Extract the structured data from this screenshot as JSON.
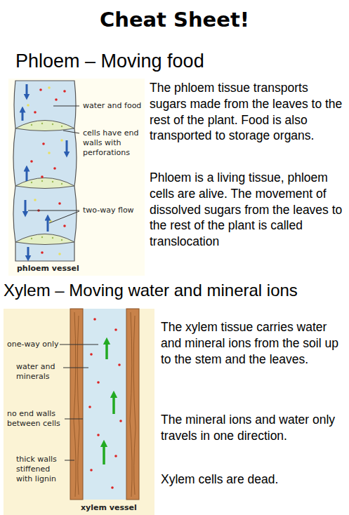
{
  "diagram": {
    "title": "Cheat Sheet!",
    "nodes": [
      {
        "text": [
          "water and food",
          "cells have end walls with perforations",
          "two-way flow",
          "phloem vessel"
        ]
      },
      {
        "text": [
          "one-way only",
          "water and minerals",
          "no end walls between cells",
          "thick walls stiffened with lignin",
          "xylem vessel"
        ]
      }
    ],
    "labels": [
      "Phloem – Moving food",
      "The phloem tissue transports sugars made from the leaves to the rest of the plant. Food is also transported to storage organs.",
      "Phloem is a living tissue, phloem cells are alive. The movement of dissolved sugars from the leaves to the rest of the plant is called translocation",
      "Xylem – Moving water and mineral ions",
      "The xylem tissue carries water and mineral ions from the soil up to the stem and the leaves.",
      "The mineral ions and water only travels in one direction.",
      "Xylem cells are dead."
    ]
  }
}
